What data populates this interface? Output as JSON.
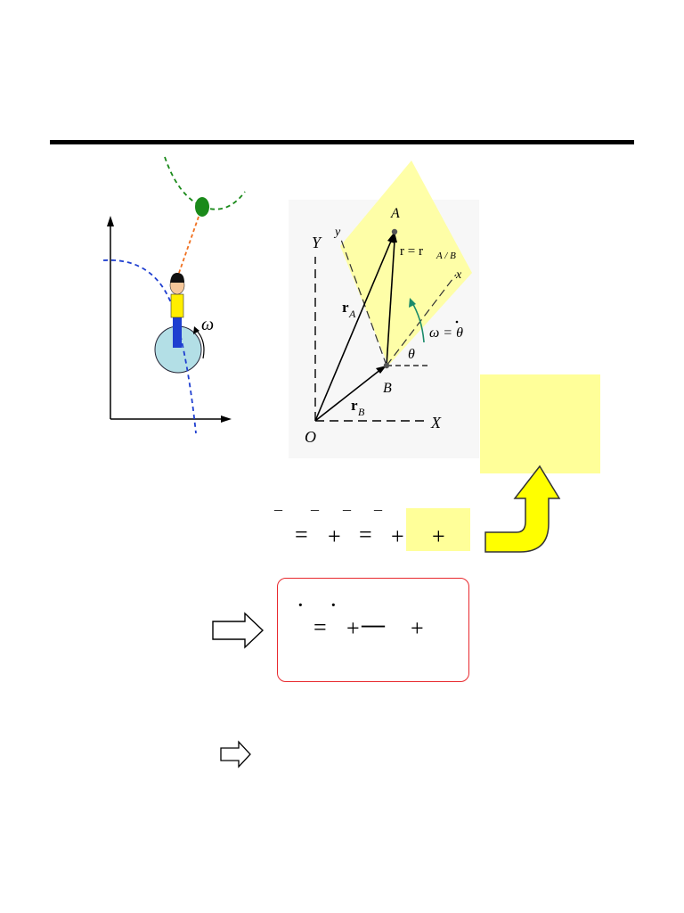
{
  "diagram": {
    "figure_left": {
      "omega_label": "ω"
    },
    "figure_right": {
      "axis_y_upper": "Y",
      "axis_x_upper": "X",
      "axis_y_lower": "y",
      "axis_x_lower": "x",
      "origin_label": "O",
      "point_a": "A",
      "point_b": "B",
      "vec_ra": "r",
      "vec_ra_sub": "A",
      "vec_rb": "r",
      "vec_rb_sub": "B",
      "vec_r_eq": "r = r",
      "vec_r_sub": "A / B",
      "omega_eq": "ω = θ",
      "theta": "θ"
    }
  },
  "equation1": {
    "glyphs": [
      "¯",
      "=",
      "¯",
      "+",
      "¯",
      "=",
      "¯",
      "+",
      "+"
    ]
  },
  "equation2": {
    "glyphs": [
      "·",
      "=",
      "·",
      "+",
      "—",
      "+"
    ]
  },
  "colors": {
    "highlight": "#ffff99",
    "arrow_fill": "#ffff00",
    "box_border": "#e8292e",
    "green_path": "#1a8a1a",
    "blue_path": "#1f3fd0",
    "link": "#f07020",
    "wheel": "#b3dfe6"
  }
}
